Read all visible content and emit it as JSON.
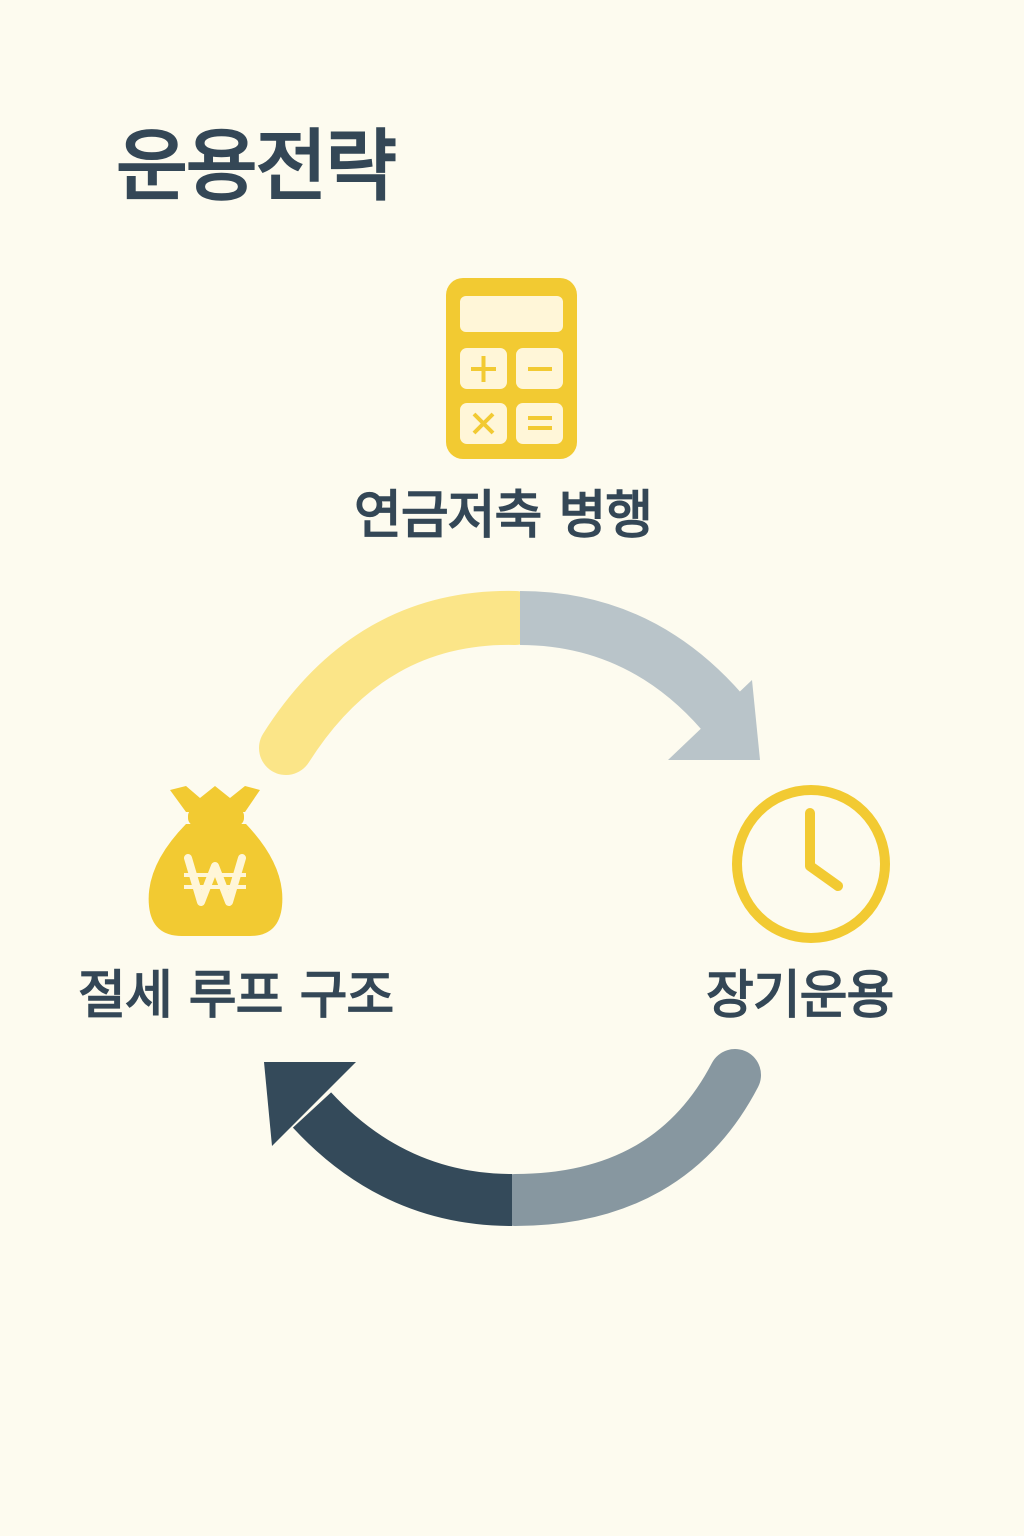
{
  "title": "운용전략",
  "nodes": [
    {
      "id": "top",
      "label": "연금저축 병행",
      "icon": "calculator-icon"
    },
    {
      "id": "right",
      "label": "장기운용",
      "icon": "clock-icon"
    },
    {
      "id": "left",
      "label": "절세 루프 구조",
      "icon": "money-bag-won-icon"
    }
  ],
  "colors": {
    "background": "#FDFBEF",
    "text": "#344756",
    "accent_yellow": "#F2CA32",
    "arrow_light_yellow": "#FBE588",
    "arrow_light_gray": "#B9C4C9",
    "arrow_mid_gray": "#8797A0",
    "arrow_dark": "#344A5A",
    "icon_inner": "#FFF6D8"
  }
}
